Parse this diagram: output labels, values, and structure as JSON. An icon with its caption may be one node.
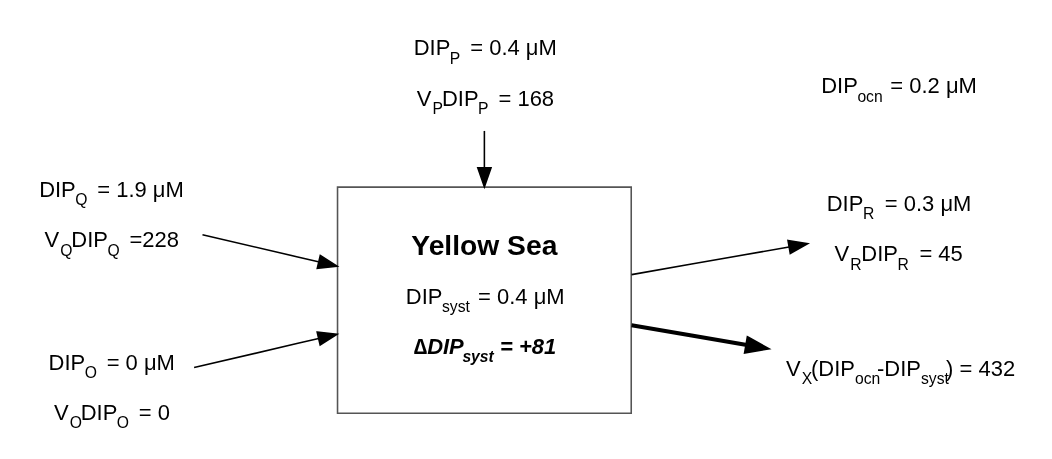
{
  "diagram": {
    "nodes": [
      {
        "text": [
          "Yellow Sea",
          "DIP$_{syst}$ = 0.4 μM",
          "∆DIP$_{syst}$ = +81"
        ]
      },
      {
        "text": [
          "DIP$_{P}$ = 0.4 μM",
          "V$_{P}$DIP$_{P}$ = 168"
        ]
      },
      {
        "text": [
          "V$_{Q}$DIP$_{Q}$ =228"
        ],
        "beside": [
          "DIP$_{Q}$ = 1.9 μM"
        ]
      },
      {
        "text": [
          "V$_{O}$DIP$_{O}$ = 0"
        ],
        "beside": [
          "DIP$_{O}$ = 0 μM"
        ]
      },
      {
        "text": [
          "V$_{R}$DIP$_{R}$ = 45"
        ],
        "beside": [
          "DIP$_{R}$ = 0.3 μM"
        ]
      },
      {
        "text": [
          "V$_{X}$(DIP$_{ocn}$-DIP$_{syst}$) = 432"
        ]
      }
    ],
    "edges": [
      {
        "from": 1,
        "to": 0,
        "arrow": "to"
      },
      {
        "from": 2,
        "to": 0,
        "arrow": "to"
      },
      {
        "from": 3,
        "to": 0,
        "arrow": "to"
      },
      {
        "from": 0,
        "to": 4,
        "arrow": "to"
      },
      {
        "from": 0,
        "to": 5,
        "arrow": "to",
        "style": "thick"
      }
    ],
    "labels": [
      "DIP$_{ocn}$ = 0.2 μM"
    ]
  }
}
